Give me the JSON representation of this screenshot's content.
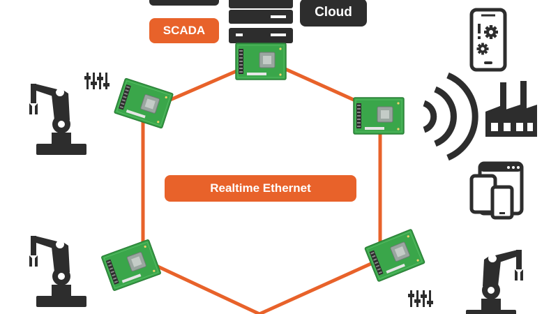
{
  "labels": {
    "top_left_box": "",
    "cloud": "Cloud",
    "scada": "SCADA",
    "network": "Realtime Ethernet"
  },
  "colors": {
    "ring": "#e8622a",
    "pill_orange": "#e8622a",
    "pill_dark": "#2d2d2d",
    "board_green": "#3aa64a",
    "board_dark_green": "#2a7f37",
    "icon_dark": "#2d2d2d",
    "chip_gray": "#9aa6a0"
  },
  "icons": [
    "robot-arm-icon",
    "equalizer-icon",
    "embedded-board-icon",
    "server-rack-icon",
    "wireless-signal-icon",
    "smartphone-gears-icon",
    "factory-icon",
    "tablet-phone-icon"
  ]
}
